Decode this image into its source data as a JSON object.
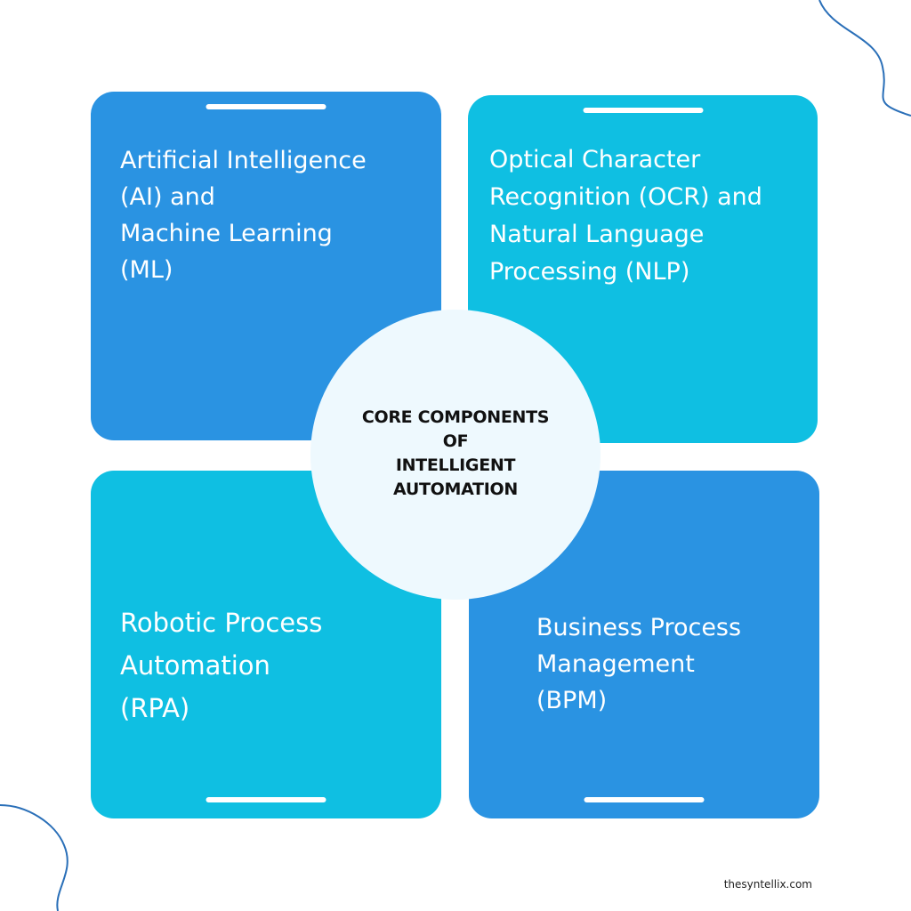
{
  "colors": {
    "blue": "#2a93e2",
    "cyan": "#0fbfe2",
    "circle_bg": "#eef9fe",
    "curve": "#2a6fb8"
  },
  "cards": {
    "top_left": "Artificial Intelligence\n(AI) and\nMachine Learning\n(ML)",
    "top_right": "Optical Character\nRecognition (OCR) and\nNatural Language\nProcessing (NLP)",
    "bottom_left": "Robotic Process\nAutomation\n(RPA)",
    "bottom_right": "Business Process\nManagement\n(BPM)"
  },
  "center": {
    "title": "CORE COMPONENTS\nOF\n INTELLIGENT\nAUTOMATION"
  },
  "footer": {
    "site": "thesyntellix.com"
  }
}
